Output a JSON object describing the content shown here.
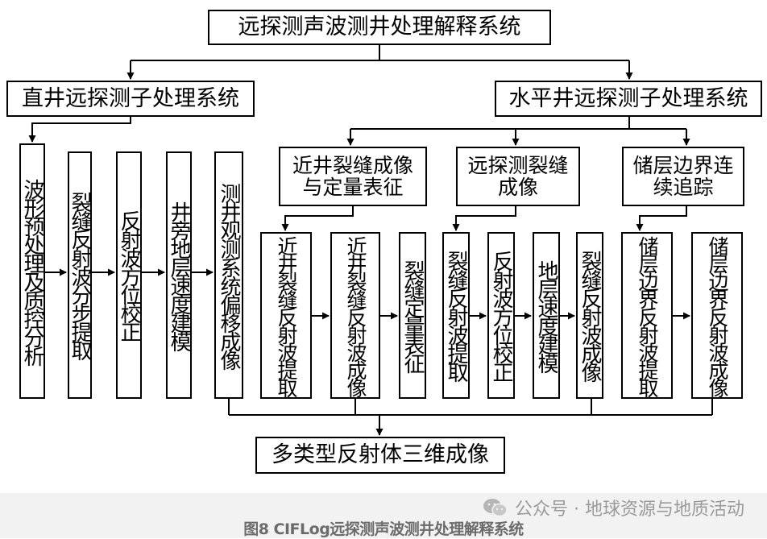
{
  "diagram": {
    "root": "远探测声波测井处理解释系统",
    "vertical_system": {
      "title": "直井远探测子处理系统",
      "steps": [
        "波形预处理及质控分析",
        "裂缝反射波分步提取",
        "反射波方位校正",
        "井旁地层速度建模",
        "测井观测系统偏移成像"
      ]
    },
    "horizontal_system": {
      "title": "水平井远探测子处理系统",
      "groups": [
        {
          "title": "近井裂缝成像与定量表征",
          "steps": [
            "近井裂缝反射波提取",
            "近井裂缝反射波成像",
            "裂缝定量表征"
          ]
        },
        {
          "title": "远探测裂缝成像",
          "steps": [
            "裂缝反射波提取",
            "反射波方位校正",
            "地层速度建模",
            "裂缝反射波成像"
          ]
        },
        {
          "title": "储层边界连续追踪",
          "steps": [
            "储层边界反射波提取",
            "储层边界反射波成像"
          ]
        }
      ]
    },
    "result": "多类型反射体三维成像"
  },
  "footer": {
    "watermark": "公众号 · 地球资源与地质活动",
    "caption": "图8 CIFLog远探测声波测井处理解释系统"
  },
  "colors": {
    "line": "#000000",
    "footer_bg": "#f2f2f2",
    "caption": "#6b6b6b",
    "watermark": "#9a9a9a"
  }
}
